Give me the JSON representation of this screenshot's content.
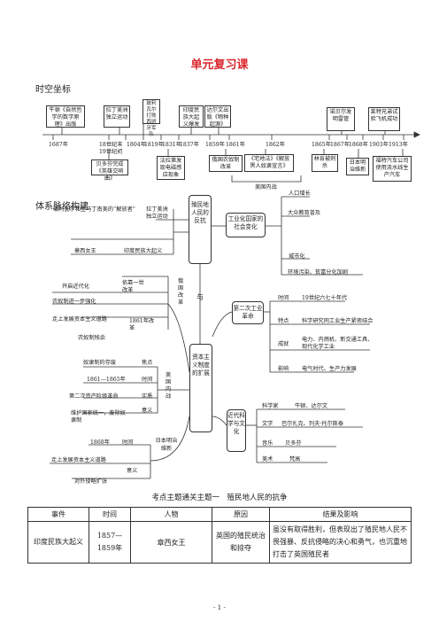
{
  "title": "单元复习课",
  "sections": {
    "timeline": "时空坐标",
    "network": "体系脉络构建"
  },
  "timeline": {
    "years": [
      "1687年",
      "18世纪末",
      "1804年",
      "1819年",
      "1831年",
      "1837年",
      "1859年",
      "1861年",
      "1862年",
      "1865年",
      "1867年",
      "1868年",
      "1903年",
      "1913年"
    ],
    "year_extra": "19世纪初",
    "above": [
      "牛顿《自然哲学的数学原理》出版",
      "拉丁美洲独立运动",
      "玻利瓦尔打败西班牙军队",
      "印度民族大起义爆发",
      "达尔文出版《物种起源》",
      "诺贝尔发明雷管",
      "莱特兄弟试验飞机成功"
    ],
    "below": [
      "贝多芬完成《英雄交响曲》",
      "法拉第发现电磁感应现象",
      "俄国农奴制改革",
      "《宅地法》《解放黑人奴隶宣言》",
      "林肯被刺杀",
      "日本明治维新",
      "福特汽车公司使用流水线生产汽车"
    ],
    "bracket_label": "美国内战"
  },
  "network": {
    "center_left": "殖民地人民的反抗",
    "center_link": "与",
    "center_mid": "资本主义制度的扩展",
    "right_a": "工业化国家的社会变化",
    "right_b": "第二次工业革命",
    "right_c": "近代科学与文化",
    "left_top": {
      "row1a": "玻利瓦尔和圣马丁南美的“解放者”",
      "row1b": "拉丁美洲独立运动",
      "row2a": "章西女王",
      "row2b": "印度民族大起义"
    },
    "russia": {
      "a": "开启近代化",
      "b": "依靠一世改革",
      "c": "农奴制进一步强化",
      "d": "走上发展资本主义道路",
      "e": "1861年改革",
      "f": "农奴制残余",
      "label": "俄国改革"
    },
    "usa": {
      "a": "奴隶制的存废",
      "a2": "焦点",
      "b": "1861—1865年",
      "b2": "时间",
      "c": "第二次资产阶级革命",
      "c2": "实质",
      "d": "维护国家统一，废除奴隶制",
      "d2": "意义",
      "label": "美国内战"
    },
    "japan": {
      "a": "1868年",
      "a2": "时间",
      "b": "走上发展资本主义道路",
      "b2": "意义",
      "c": "对外侵略扩张",
      "label": "日本明治维新"
    },
    "social": [
      "人口增长",
      "大众教育普及",
      "城市化",
      "环境污染、贫富分化加剧"
    ],
    "ir2": {
      "k1": "时间",
      "v1": "19世纪六七十年代",
      "k2": "特点",
      "v2": "科学研究同工业生产紧密结合",
      "k3": "成就",
      "v3": "电力、内燃机、新交通工具、现代化学工业",
      "k4": "影响",
      "v4": "电气时代、生产力发展"
    },
    "culture": {
      "k1": "科学家",
      "v1": "牛顿、达尔文",
      "k2": "文学",
      "v2": "巴尔扎克、列夫·托尔斯泰",
      "k3": "音乐",
      "v3": "贝多芬",
      "k4": "美术",
      "v4": "梵高"
    }
  },
  "table": {
    "caption": "考点主题通关主题一　殖民地人民的抗争",
    "headers": [
      "事件",
      "时间",
      "人物",
      "原因",
      "结果及影响"
    ],
    "rows": [
      [
        "印度民族大起义",
        "1857—1859年",
        "章西女王",
        "英国的殖民统治和掠夺",
        "虽没有取得胜利，但表现出了殖民地人民不畏强暴、反抗侵略的决心和勇气，也沉重地打击了英国殖民者"
      ]
    ]
  },
  "page_number": "- 1 -"
}
